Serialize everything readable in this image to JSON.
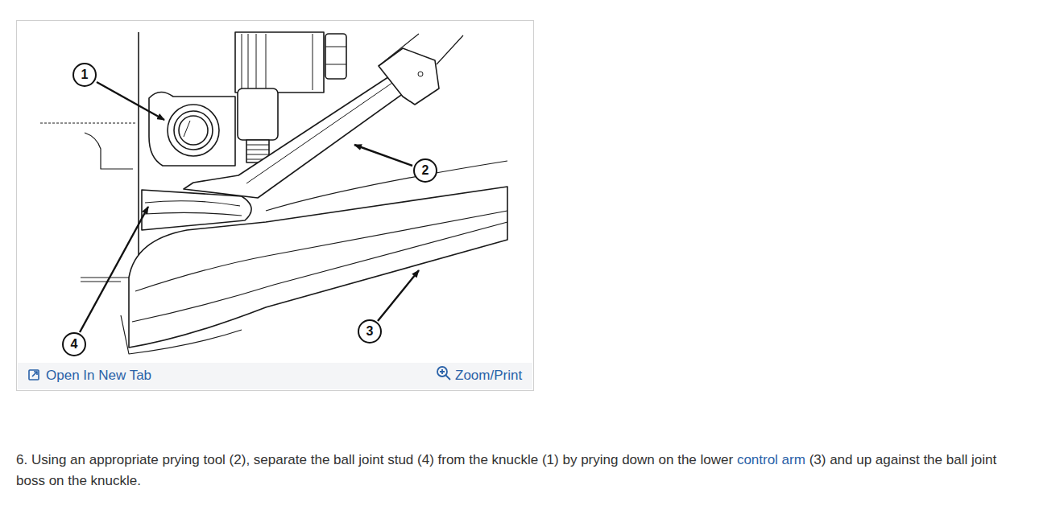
{
  "diagram": {
    "labels": [
      "1",
      "2",
      "3",
      "4",
      "Open In New Tab",
      "Zoom/Print",
      "6. Using an appropriate prying tool (2), separate the ball joint stud (4) from the knuckle (1) by prying down on the lower",
      "control arm",
      "(3) and up against the ball joint boss on the knuckle."
    ]
  }
}
